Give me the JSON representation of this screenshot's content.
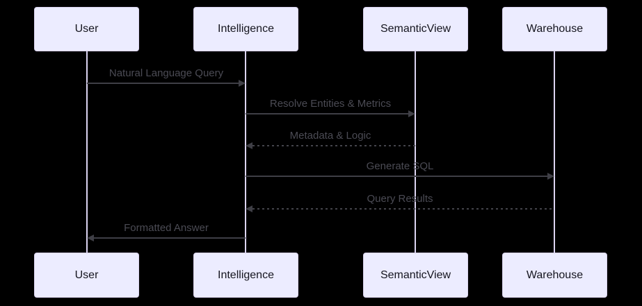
{
  "diagram": {
    "type": "sequence-diagram",
    "actors": [
      {
        "name": "User"
      },
      {
        "name": "Intelligence"
      },
      {
        "name": "SemanticView"
      },
      {
        "name": "Warehouse"
      }
    ],
    "messages": [
      {
        "from": "User",
        "to": "Intelligence",
        "label": "Natural Language Query",
        "line": "solid",
        "direction": "right"
      },
      {
        "from": "Intelligence",
        "to": "SemanticView",
        "label": "Resolve Entities & Metrics",
        "line": "solid",
        "direction": "right"
      },
      {
        "from": "SemanticView",
        "to": "Intelligence",
        "label": "Metadata & Logic",
        "line": "dashed",
        "direction": "left"
      },
      {
        "from": "Intelligence",
        "to": "Warehouse",
        "label": "Generate SQL",
        "line": "solid",
        "direction": "right"
      },
      {
        "from": "Warehouse",
        "to": "Intelligence",
        "label": "Query Results",
        "line": "dashed",
        "direction": "left"
      },
      {
        "from": "Intelligence",
        "to": "User",
        "label": "Formatted Answer",
        "line": "solid",
        "direction": "left"
      }
    ],
    "colors": {
      "background": "#000000",
      "actor_fill": "#ECECFF",
      "actor_border": "#d9d2ef",
      "actor_text": "#15151e",
      "lifeline": "#dcd5f2",
      "arrow": "#3f3f46",
      "message_text": "#4b4b54"
    }
  }
}
